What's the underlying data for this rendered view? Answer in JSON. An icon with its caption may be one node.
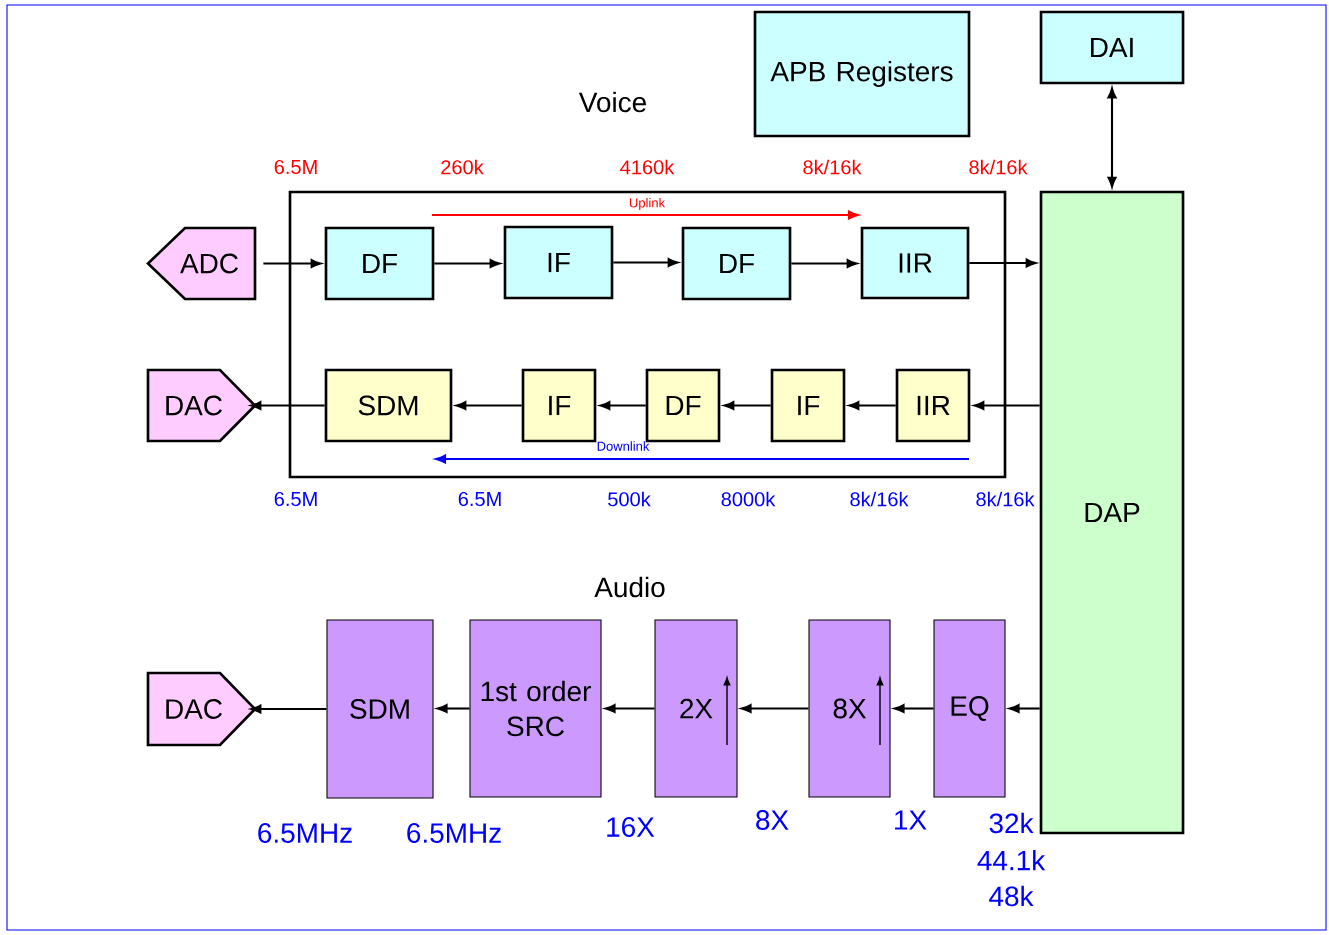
{
  "diagram": {
    "nodes": [
      {
        "text": [],
        "shape": "box"
      },
      {
        "text": [
          "APB Registers"
        ]
      },
      {
        "text": [
          "DAI"
        ]
      },
      {
        "text": [
          "ADC"
        ]
      },
      {
        "text": [
          "DF"
        ],
        "in": 0
      },
      {
        "text": [
          "IF"
        ],
        "in": 0
      },
      {
        "text": [
          "DF"
        ],
        "in": 0
      },
      {
        "text": [
          "IIR"
        ],
        "in": 0
      },
      {
        "text": [
          "DAP"
        ]
      },
      {
        "text": [
          "DAC"
        ]
      },
      {
        "text": [
          "SDM"
        ],
        "in": 0
      },
      {
        "text": [
          "IF"
        ],
        "in": 0
      },
      {
        "text": [
          "DF"
        ],
        "in": 0
      },
      {
        "text": [
          "IF"
        ],
        "in": 0
      },
      {
        "text": [
          "IIR"
        ],
        "in": 0
      },
      {
        "text": [
          "DAC"
        ]
      },
      {
        "text": [
          "SDM"
        ]
      },
      {
        "text": [
          "1st order SRC"
        ]
      },
      {
        "text": [
          "2X"
        ]
      },
      {
        "text": [
          "8X"
        ]
      },
      {
        "text": [
          "EQ"
        ]
      }
    ],
    "edges": [
      {
        "from": 2,
        "to": 8,
        "arrow": "both"
      },
      {
        "from": 3,
        "to": 4,
        "arrow": "to"
      },
      {
        "from": 4,
        "to": 5,
        "arrow": "to"
      },
      {
        "from": 5,
        "to": 6,
        "arrow": "to"
      },
      {
        "from": 6,
        "to": 7,
        "arrow": "to"
      },
      {
        "from": 7,
        "to": 8,
        "arrow": "to"
      },
      {
        "from": 8,
        "to": 14,
        "arrow": "to"
      },
      {
        "from": 14,
        "to": 13,
        "arrow": "to"
      },
      {
        "from": 13,
        "to": 12,
        "arrow": "to"
      },
      {
        "from": 12,
        "to": 11,
        "arrow": "to"
      },
      {
        "from": 11,
        "to": 10,
        "arrow": "to"
      },
      {
        "from": 10,
        "to": 9,
        "arrow": "to"
      },
      {
        "from": 8,
        "to": 20,
        "arrow": "to"
      },
      {
        "from": 20,
        "to": 19,
        "arrow": "to"
      },
      {
        "from": 19,
        "to": 18,
        "arrow": "to"
      },
      {
        "from": 18,
        "to": 17,
        "arrow": "to"
      },
      {
        "from": 17,
        "to": 16,
        "arrow": "to"
      },
      {
        "from": 16,
        "to": 15,
        "arrow": "to"
      }
    ],
    "labels": [
      "Voice",
      "6.5M",
      "260k",
      "4160k",
      "8k/16k",
      "8k/16k",
      "Uplink",
      "Downlink",
      "6.5M",
      "6.5M",
      "500k",
      "8000k",
      "8k/16k",
      "8k/16k",
      "Audio",
      "6.5MHz",
      "6.5MHz",
      "16X",
      "8X",
      "1X",
      "32k",
      "44.1k",
      "48k"
    ]
  }
}
